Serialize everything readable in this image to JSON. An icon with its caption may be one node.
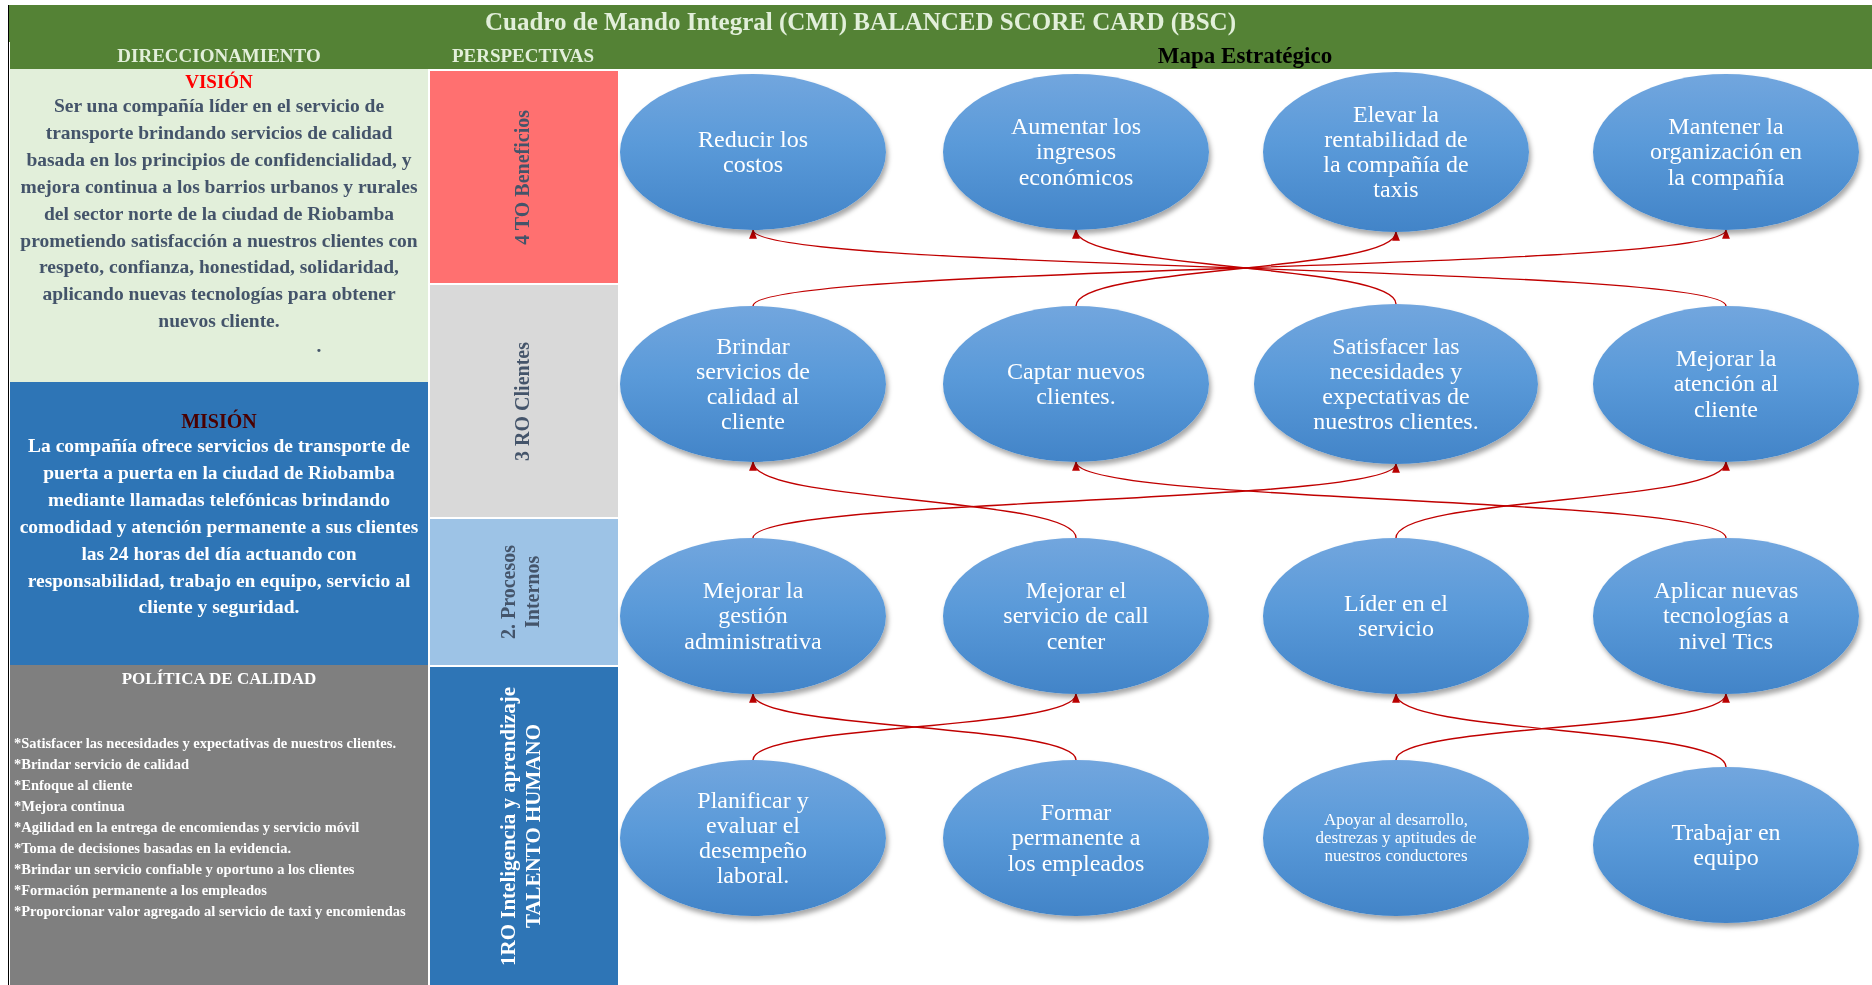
{
  "diagram": {
    "title": "Cuadro de Mando Integral (CMI)  BALANCED SCORE CARD (BSC)",
    "nodes": [
      {
        "text": [
          "DIRECCIONAMIENTO"
        ]
      },
      {
        "text": [
          "PERSPECTIVAS"
        ]
      },
      {
        "text": [
          "Mapa Estratégico"
        ]
      },
      {
        "text": [
          "VISIÓN",
          "Ser una compañía líder en el servicio de transporte brindando servicios de calidad basada en los principios de confidencialidad, y mejora continua a los barrios urbanos y rurales del sector norte de la ciudad de Riobamba prometiendo satisfacción a nuestros clientes con respeto, confianza, honestidad, solidaridad, aplicando nuevas tecnologías para obtener nuevos cliente.",
          "."
        ]
      },
      {
        "text": [
          "MISIÓN",
          "La compañía ofrece servicios de transporte de puerta a puerta en la ciudad de Riobamba mediante llamadas telefónicas brindando comodidad y atención permanente a sus clientes las 24 horas del día actuando con responsabilidad, trabajo en equipo, servicio al cliente y seguridad."
        ]
      },
      {
        "text": [
          "POLÍTICA DE CALIDAD",
          "*Satisfacer las necesidades y expectativas de nuestros clientes.",
          "*Brindar servicio de calidad",
          "*Enfoque al cliente",
          "*Mejora continua",
          "*Agilidad en la entrega de encomiendas y servicio móvil",
          "*Toma de decisiones basadas en la evidencia.",
          "*Brindar un servicio confiable y oportuno a los clientes",
          "*Formación permanente a los empleados",
          "*Proporcionar valor agregado al servicio de taxi y encomiendas"
        ]
      },
      {
        "text": [
          "4 TO Beneficios"
        ]
      },
      {
        "text": [
          "3 RO Clientes"
        ]
      },
      {
        "text": [
          "2. Procesos Internos"
        ]
      },
      {
        "text": [
          "1RO Inteligencia y aprendizaje TALENTO HUMANO"
        ]
      },
      {
        "text": [
          "Reducir los costos"
        ]
      },
      {
        "text": [
          "Aumentar los ingresos económicos"
        ]
      },
      {
        "text": [
          "Elevar la rentabilidad de la compañía de taxis"
        ]
      },
      {
        "text": [
          "Mantener la organización en la compañía"
        ]
      },
      {
        "text": [
          "Brindar servicios de calidad al cliente"
        ]
      },
      {
        "text": [
          "Captar nuevos clientes."
        ]
      },
      {
        "text": [
          "Satisfacer las necesidades y expectativas de nuestros clientes."
        ]
      },
      {
        "text": [
          "Mejorar la atención al cliente"
        ]
      },
      {
        "text": [
          "Mejorar la gestión administrativa"
        ]
      },
      {
        "text": [
          "Mejorar el servicio de call center"
        ]
      },
      {
        "text": [
          "Líder en el servicio"
        ]
      },
      {
        "text": [
          "Aplicar nuevas tecnologías a nivel Tics"
        ]
      },
      {
        "text": [
          "Planificar y evaluar el desempeño laboral."
        ]
      },
      {
        "text": [
          "Formar permanente a los empleados"
        ]
      },
      {
        "text": [
          "Apoyar al desarrollo, destrezas y aptitudes de nuestros conductores"
        ]
      },
      {
        "text": [
          "Trabajar en equipo"
        ]
      }
    ],
    "edges": [
      {
        "from": 14,
        "to": 13,
        "arrow": "to"
      },
      {
        "from": 15,
        "to": 12,
        "arrow": "to"
      },
      {
        "from": 16,
        "to": 11,
        "arrow": "to"
      },
      {
        "from": 17,
        "to": 10,
        "arrow": "to"
      },
      {
        "from": 18,
        "to": 16,
        "arrow": "to"
      },
      {
        "from": 19,
        "to": 14,
        "arrow": "to"
      },
      {
        "from": 20,
        "to": 17,
        "arrow": "to"
      },
      {
        "from": 21,
        "to": 15,
        "arrow": "to"
      },
      {
        "from": 22,
        "to": 19,
        "arrow": "to"
      },
      {
        "from": 23,
        "to": 18,
        "arrow": "to"
      },
      {
        "from": 24,
        "to": 21,
        "arrow": "to"
      },
      {
        "from": 25,
        "to": 20,
        "arrow": "to"
      }
    ]
  }
}
